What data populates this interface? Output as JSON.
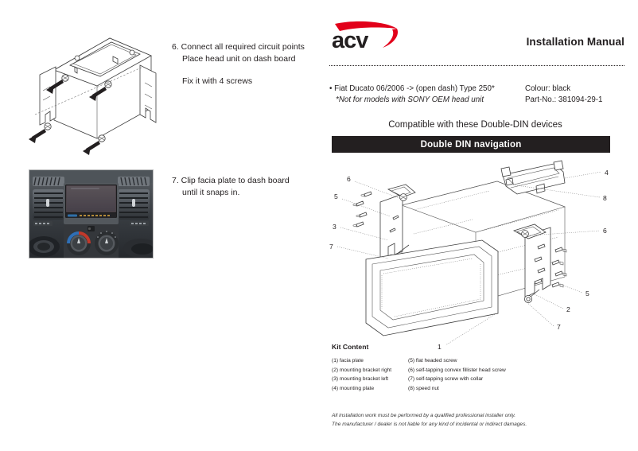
{
  "document": {
    "title": "Installation Manual",
    "brand": "acv",
    "brand_colors": {
      "text": "#231f20",
      "swoosh": "#e2001a"
    }
  },
  "vehicle": {
    "line1_left": "• Fiat Ducato 06/2006 ->  (open dash) Type 250*",
    "line1_right": "Colour:  black",
    "line2_left": "*Not for models with SONY OEM head unit",
    "line2_right": "Part-No.:  381094-29-1"
  },
  "compatibility": {
    "heading": "Compatible with these Double-DIN devices",
    "banner_label": "Double DIN navigation"
  },
  "steps": [
    {
      "number": "6.",
      "line1": "6. Connect all required circuit points",
      "line2": "Place head unit on dash board",
      "line3": "Fix it with 4 screws"
    },
    {
      "number": "7.",
      "line1": "7. Clip facia plate to dash board",
      "line2": "until it snaps in."
    }
  ],
  "kit_content": {
    "title": "Kit Content",
    "items_left": [
      "(1) facia plate",
      "(2) mounting bracket right",
      "(3) mounting bracket left",
      "(4) mounting plate"
    ],
    "items_right": [
      "(5) flat headed screw",
      "(6) self-tapping convex fillister head screw",
      "(7) self-tapping screw with collar",
      "(8) speed nut"
    ]
  },
  "diagram_callouts": {
    "c6_left": "6",
    "c5_left": "5",
    "c3_left": "3",
    "c7_left": "7",
    "c4": "4",
    "c8": "8",
    "c6_right": "6",
    "c5_right": "5",
    "c2": "2",
    "c7_right": "7",
    "c1": "1"
  },
  "disclaimer": {
    "line1": "All installation work must be performed by a qualified professional installer only.",
    "line2": "The manufacturer / dealer is not liable for any kind of incidental or indirect damages."
  }
}
